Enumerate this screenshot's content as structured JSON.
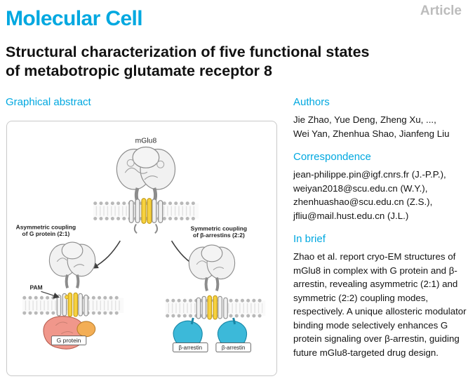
{
  "header": {
    "journal": "Molecular Cell",
    "article_type": "Article"
  },
  "title": "Structural characterization of five functional states\nof metabotropic glutamate receptor 8",
  "sections": {
    "graphical_abstract": {
      "heading": "Graphical abstract"
    },
    "authors": {
      "heading": "Authors",
      "text": "Jie Zhao, Yue Deng, Zheng Xu, ...,\nWei Yan, Zhenhua Shao, Jianfeng Liu"
    },
    "correspondence": {
      "heading": "Correspondence",
      "text": "jean-philippe.pin@igf.cnrs.fr (J.-P.P.),\nweiyan2018@scu.edu.cn (W.Y.),\nzhenhuashao@scu.edu.cn (Z.S.),\njfliu@mail.hust.edu.cn (J.L.)"
    },
    "in_brief": {
      "heading": "In brief",
      "text": "Zhao et al. report cryo-EM structures of mGlu8 in complex with G protein and β-arrestin, revealing asymmetric (2:1) and symmetric (2:2) coupling modes, respectively. A unique allosteric modulator binding mode selectively enhances G protein signaling over β-arrestin, guiding future mGlu8-targeted drug design."
    }
  },
  "figure": {
    "receptor_label": "mGlu8",
    "left_label_line1": "Asymmetric coupling",
    "left_label_line2": "of G protein (2:1)",
    "right_label_line1": "Symmetric coupling",
    "right_label_line2": "of β-arrestins (2:2)",
    "pam_label": "PAM",
    "g_protein_label": "G protein",
    "arrestin_label_1": "β-arrestin",
    "arrestin_label_2": "β-arrestin"
  },
  "colors": {
    "accent": "#00a8e0",
    "article_label": "#bcbcbc",
    "g_protein_salmon": "#f0978b",
    "g_protein_orange": "#f3ae55",
    "arrestin_cyan": "#3cb9d9",
    "helix_yellow": "#f7d23e"
  }
}
